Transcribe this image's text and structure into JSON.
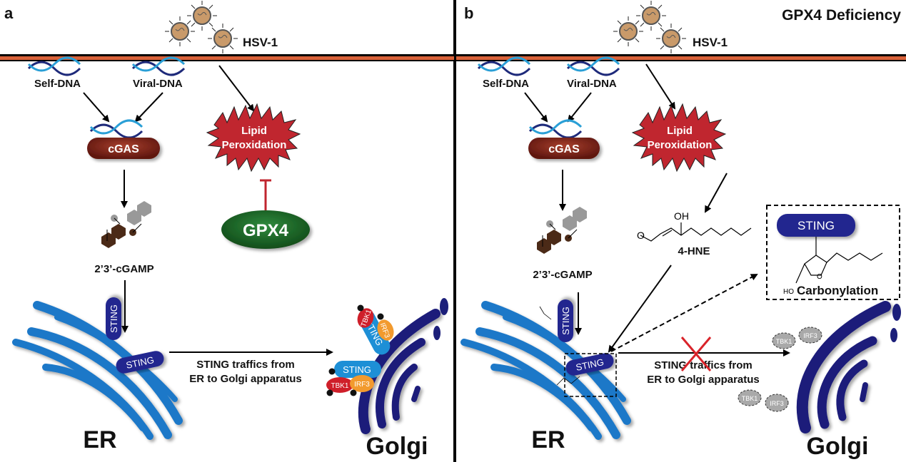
{
  "panels": [
    {
      "letter": "a",
      "title": "",
      "virus": "HSV-1",
      "self_dna": "Self-DNA",
      "viral_dna": "Viral-DNA",
      "cgas": "cGAS",
      "lipid1": "Lipid",
      "lipid2": "Peroxidation",
      "gpx4": "GPX4",
      "cgamp": "2’3’-cGAMP",
      "sting": "STING",
      "traffic1": "STING traffics from",
      "traffic2": "ER to Golgi apparatus",
      "er": "ER",
      "golgi": "Golgi",
      "tbk1": "TBK1",
      "irf3": "IRF3",
      "p": "P"
    },
    {
      "letter": "b",
      "title": "GPX4 Deficiency",
      "virus": "HSV-1",
      "self_dna": "Self-DNA",
      "viral_dna": "Viral-DNA",
      "cgas": "cGAS",
      "lipid1": "Lipid",
      "lipid2": "Peroxidation",
      "hne": "4-HNE",
      "oh": "OH",
      "o": "O",
      "cgamp": "2’3’-cGAMP",
      "sting": "STING",
      "traffic1": "STING traffics from",
      "traffic2": "ER to Golgi apparatus",
      "er": "ER",
      "golgi": "Golgi",
      "tbk1": "TBK1",
      "irf3": "IRF3",
      "inset_sting": "STING",
      "inset_ho": "HO",
      "inset_o": "O",
      "carbonylation": "Carbonylation"
    }
  ],
  "colors": {
    "membrane": "#d9623a",
    "cgas": "#7b2318",
    "lipid": "#c0262f",
    "gpx4": "#1f6e2c",
    "er": "#1f78c8",
    "golgi": "#1c1f7a",
    "sting_dark": "#23288f",
    "sting_light": "#1d8fd6",
    "tbk1": "#cf1f2a",
    "irf3": "#f29a2e",
    "inactive": "#a9a9a9",
    "block": "#d9232a"
  }
}
